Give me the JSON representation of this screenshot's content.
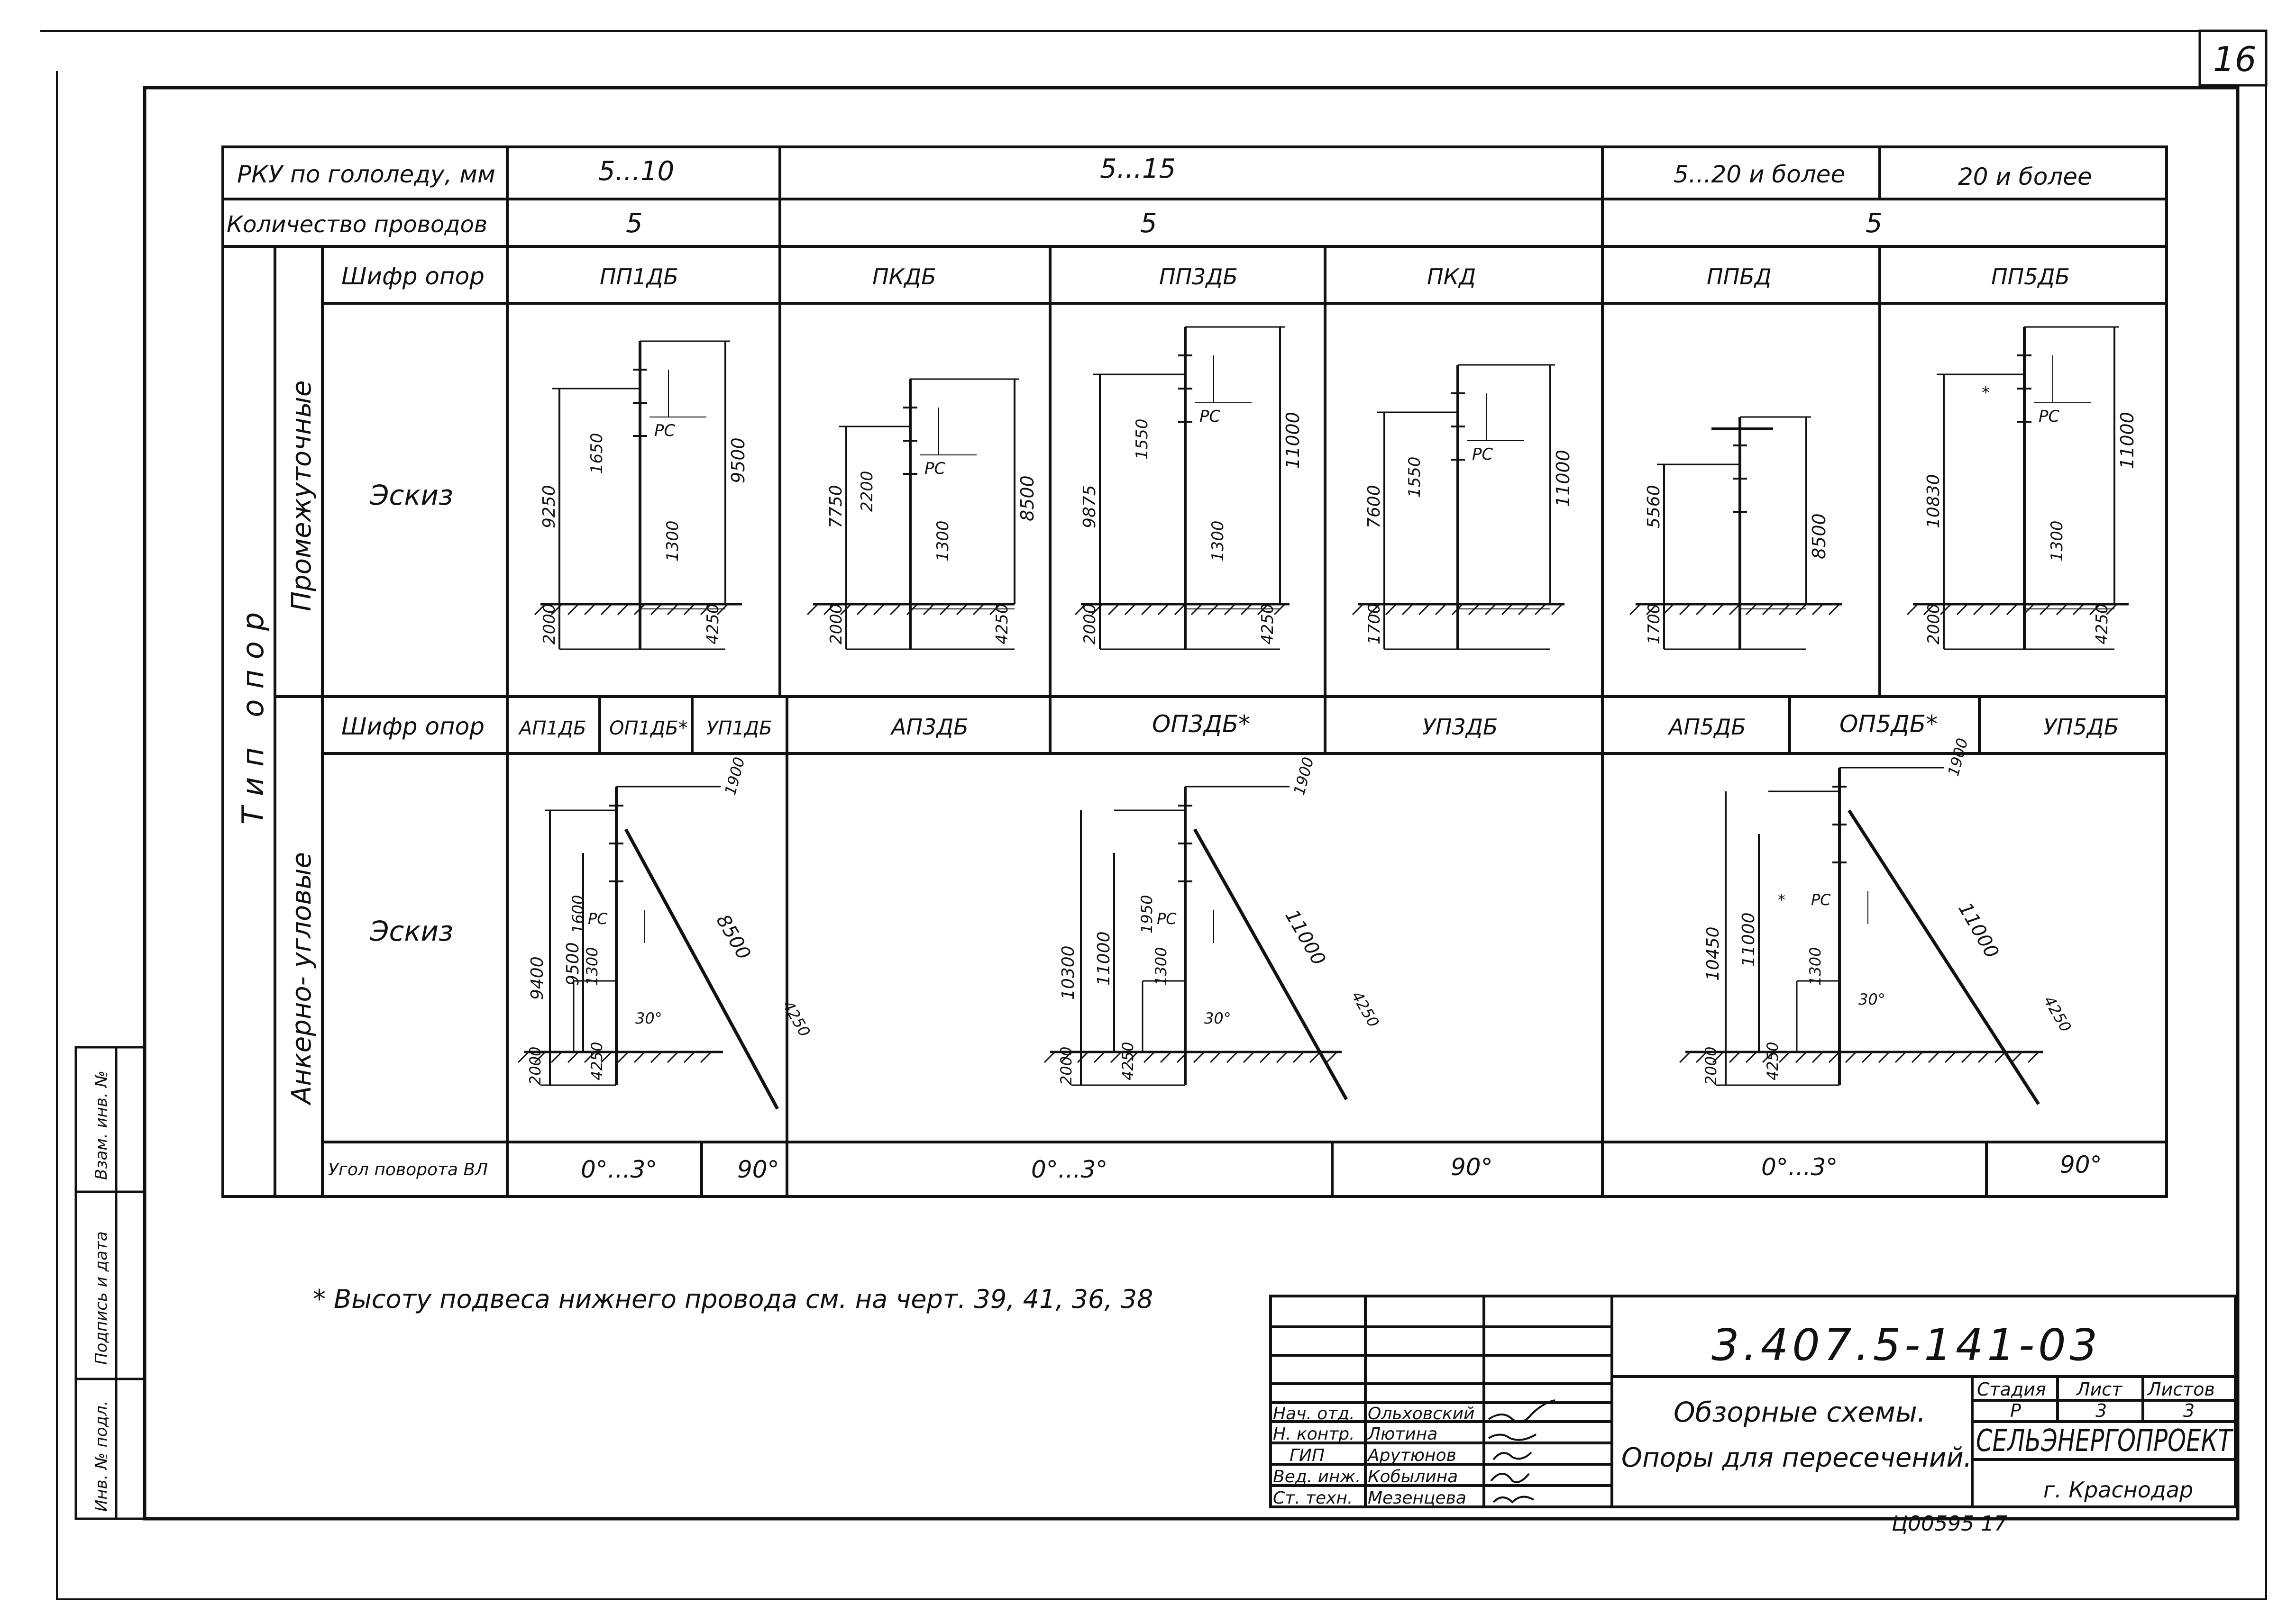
{
  "sheet": {
    "page_number": "16",
    "bottom_note": "Ц00595 17"
  },
  "header": {
    "row1_label": "РКУ по гололеду, мм",
    "row1_values": [
      "5...10",
      "5...15",
      "5...20 и более",
      "20 и более"
    ],
    "row2_label": "Количество проводов",
    "row2_values": [
      "5",
      "5",
      "5"
    ]
  },
  "type_labels": {
    "main": "Тип опор",
    "intermediate": "Промежуточные",
    "anchor": "Анкерно- угловые"
  },
  "intermediate": {
    "code_label": "Шифр опор",
    "sketch_label": "Эскиз",
    "codes": [
      "ПП1ДБ",
      "ПКДБ",
      "ПП3ДБ",
      "ПКД",
      "ППБД",
      "ПП5ДБ"
    ],
    "sketches": [
      {
        "dims": [
          "9250",
          "1650",
          "РС",
          "9500",
          "1300",
          "4250",
          "2000"
        ]
      },
      {
        "dims": [
          "7750",
          "2200",
          "РС",
          "8500",
          "1300",
          "4250",
          "2000"
        ]
      },
      {
        "dims": [
          "9875",
          "1550",
          "РС",
          "11000",
          "1300",
          "4250",
          "2000"
        ]
      },
      {
        "dims": [
          "7600",
          "1550",
          "РС",
          "11000",
          "1700"
        ]
      },
      {
        "dims": [
          "5560",
          "8500",
          "1700"
        ]
      },
      {
        "dims": [
          "10830",
          "*",
          "РС",
          "11000",
          "1300",
          "4250",
          "2000"
        ]
      }
    ]
  },
  "anchor": {
    "code_label": "Шифр опор",
    "sketch_label": "Эскиз",
    "codes": [
      "АП1ДБ",
      "ОП1ДБ*",
      "УП1ДБ",
      "АП3ДБ",
      "ОП3ДБ*",
      "УП3ДБ",
      "АП5ДБ",
      "ОП5ДБ*",
      "УП5ДБ"
    ],
    "angle_label": "Угол поворота ВЛ",
    "angles": [
      "0°...3°",
      "90°",
      "0°...3°",
      "90°",
      "0°...3°",
      "90°"
    ],
    "sketches": [
      {
        "dims": [
          "1900",
          "1600",
          "РС",
          "9400",
          "9500",
          "8500",
          "30°",
          "1300",
          "4250",
          "4250",
          "2000"
        ]
      },
      {
        "dims": [
          "1900",
          "1950",
          "РС",
          "10300",
          "11000",
          "11000",
          "30°",
          "1300",
          "4250",
          "4250",
          "2000"
        ]
      },
      {
        "dims": [
          "1900",
          "*",
          "РС",
          "10450",
          "11000",
          "11000",
          "30°",
          "1300",
          "4250",
          "4250",
          "2000"
        ]
      }
    ]
  },
  "footnote": "* Высоту подвеса нижнего провода см. на черт. 39, 41, 36, 38",
  "side_stamp": [
    "Взам. инв. №",
    "Подпись и дата",
    "Инв. № подл."
  ],
  "title_block": {
    "doc_number": "3.407.5-141-03",
    "title_line1": "Обзорные схемы.",
    "title_line2": "Опоры для пересечений.",
    "stage_label": "Стадия",
    "sheet_label": "Лист",
    "sheets_label": "Листов",
    "stage": "Р",
    "sheet": "3",
    "sheets": "3",
    "org": "СЕЛЬЭНЕРГОПРОЕКТ",
    "city": "г. Краснодар",
    "people": [
      {
        "role": "Нач. отд.",
        "name": "Ольховский"
      },
      {
        "role": "Н. контр.",
        "name": "Лютина"
      },
      {
        "role": "ГИП",
        "name": "Арутюнов"
      },
      {
        "role": "Вед. инж.",
        "name": "Кобылина"
      },
      {
        "role": "Ст. техн.",
        "name": "Мезенцева"
      }
    ]
  }
}
